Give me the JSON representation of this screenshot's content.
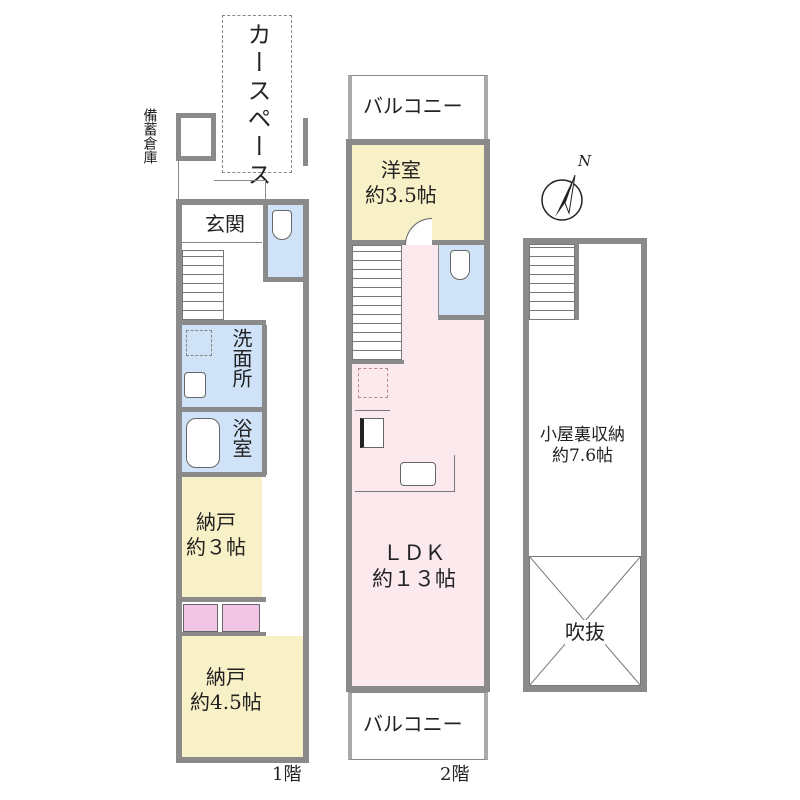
{
  "floor1": {
    "label": "1階",
    "car_space": "カースペース",
    "storage": "備蓄倉庫",
    "entrance": "玄関",
    "washroom": "洗面所",
    "bathroom": "浴室",
    "storeroom_small": {
      "name": "納戸",
      "size": "約３帖"
    },
    "storeroom_large": {
      "name": "納戸",
      "size": "約4.5帖"
    }
  },
  "floor2": {
    "label": "2階",
    "balcony_top": "バルコニー",
    "balcony_bottom": "バルコニー",
    "western_room": {
      "name": "洋室",
      "size": "約3.5帖"
    },
    "ldk": {
      "name": "ＬＤＫ",
      "size": "約１３帖"
    }
  },
  "loft": {
    "storage": {
      "name": "小屋裏収納",
      "size": "約7.6帖"
    },
    "void": "吹抜"
  },
  "compass": {
    "north": "N"
  },
  "colors": {
    "wall": "#8a8a8a",
    "yellow": "#f8f0c6",
    "blue": "#cfe2f8",
    "pink": "#fbe9ee",
    "closet": "#f1c6e4"
  }
}
